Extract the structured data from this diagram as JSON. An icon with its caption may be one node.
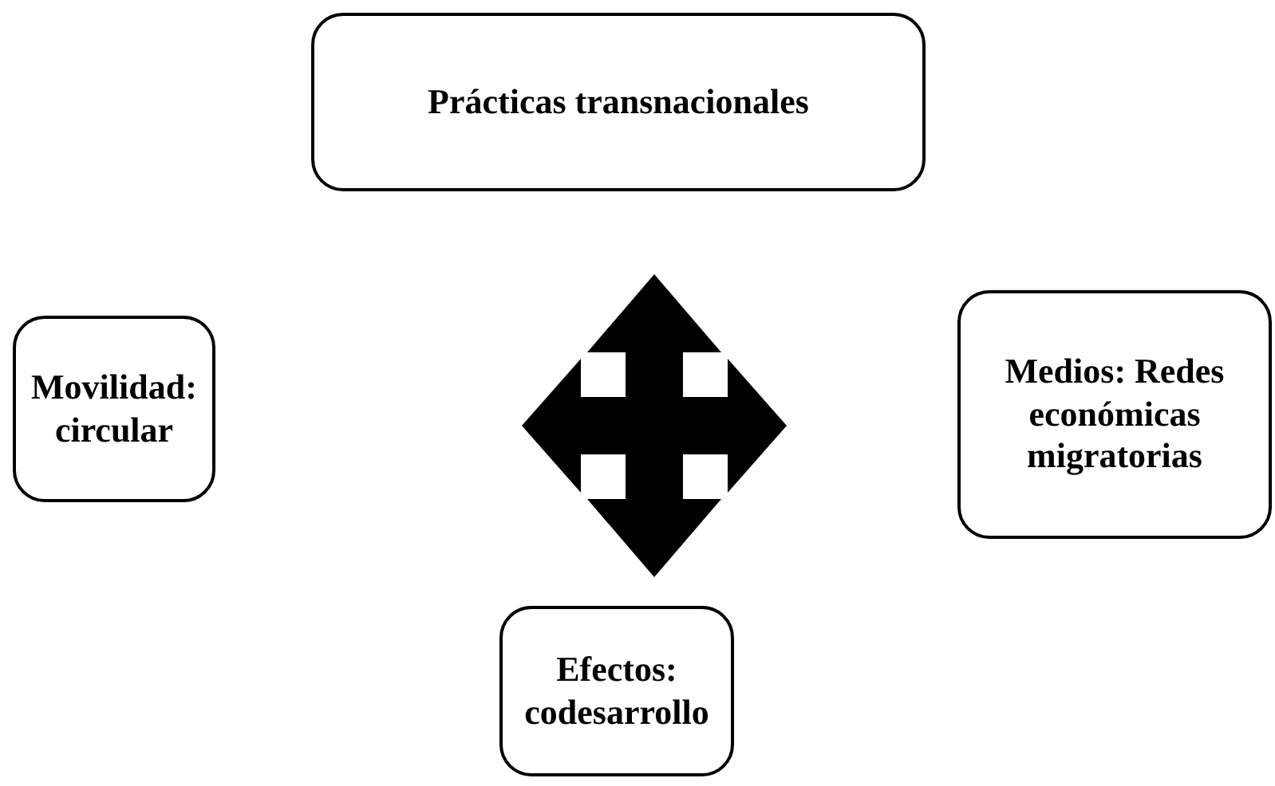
{
  "diagram": {
    "nodes": [
      {
        "text": [
          "Prácticas transnacionales"
        ]
      },
      {
        "text": [
          "Movilidad: circular"
        ]
      },
      {
        "text": [
          "Medios: Redes económicas migratorias"
        ]
      },
      {
        "text": [
          "Efectos: codesarrollo"
        ]
      }
    ]
  }
}
